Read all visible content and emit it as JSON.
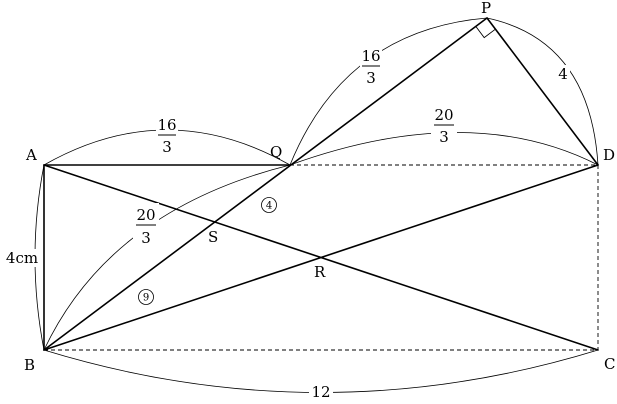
{
  "points": {
    "A": "A",
    "B": "B",
    "C": "C",
    "D": "D",
    "P": "P",
    "Q": "Q",
    "R": "R",
    "S": "S"
  },
  "measures": {
    "AQ": {
      "num": "16",
      "den": "3"
    },
    "QP": {
      "num": "16",
      "den": "3"
    },
    "PD": "4",
    "QD": {
      "num": "20",
      "den": "3"
    },
    "BQ": {
      "num": "20",
      "den": "3"
    },
    "AB": "4cm",
    "BC": "12"
  },
  "ratio_marks": {
    "upper": "4",
    "lower": "9"
  }
}
